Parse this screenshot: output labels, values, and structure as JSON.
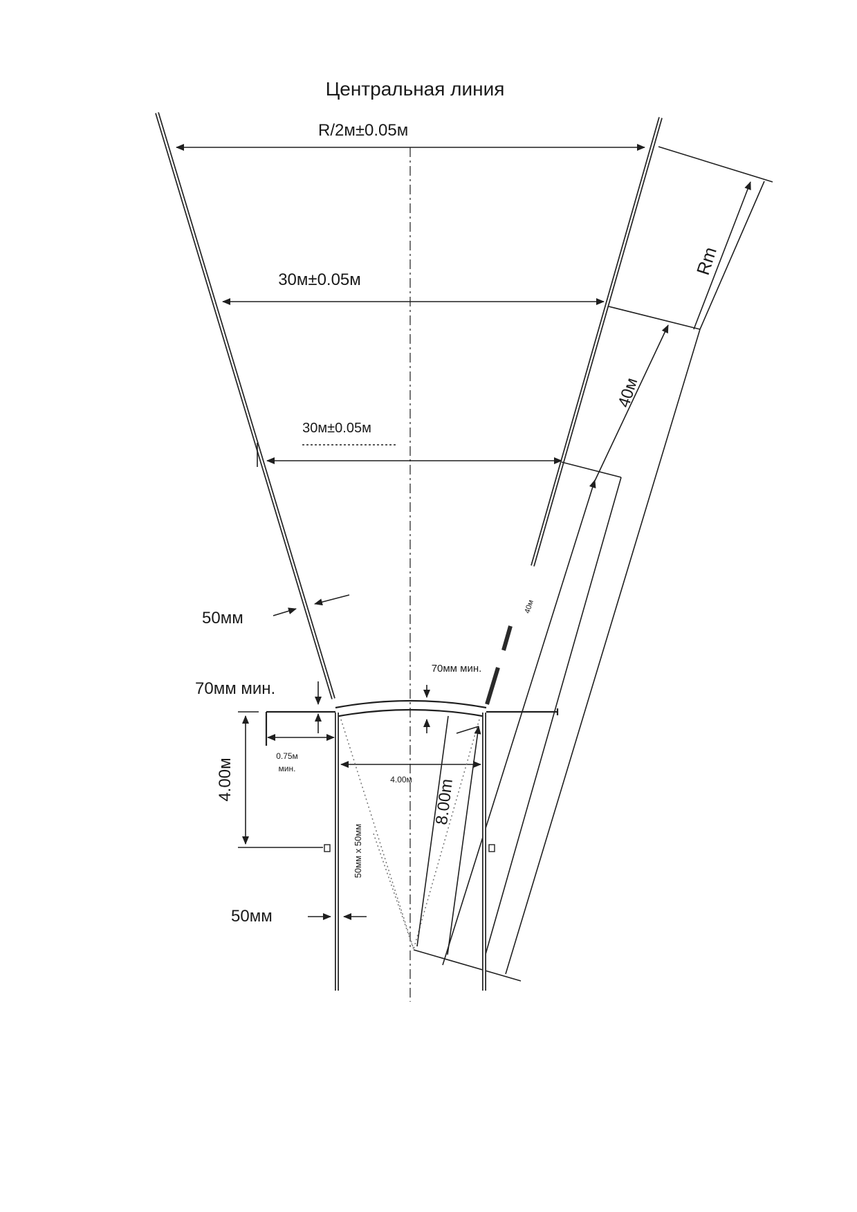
{
  "title": "Центральная линия",
  "dimensions": {
    "top_width": "R/2м±0.05м",
    "mid_width": "30м±0.05м",
    "lower_width": "30м±0.05м",
    "radius": "Rm",
    "segment_40m": "40м",
    "segment_40m_small": "40м",
    "line_width_upper": "50мм",
    "min_gap_left": "70мм мин.",
    "min_gap_center": "70мм мин.",
    "depth_4m": "4.00м",
    "circle_075_line1": "0.75м",
    "circle_075_line2": "мин.",
    "inner_4m": "4.00м",
    "diag_8m": "8.00m",
    "post_section": "50мм x 50мм",
    "line_width_lower": "50мм"
  }
}
